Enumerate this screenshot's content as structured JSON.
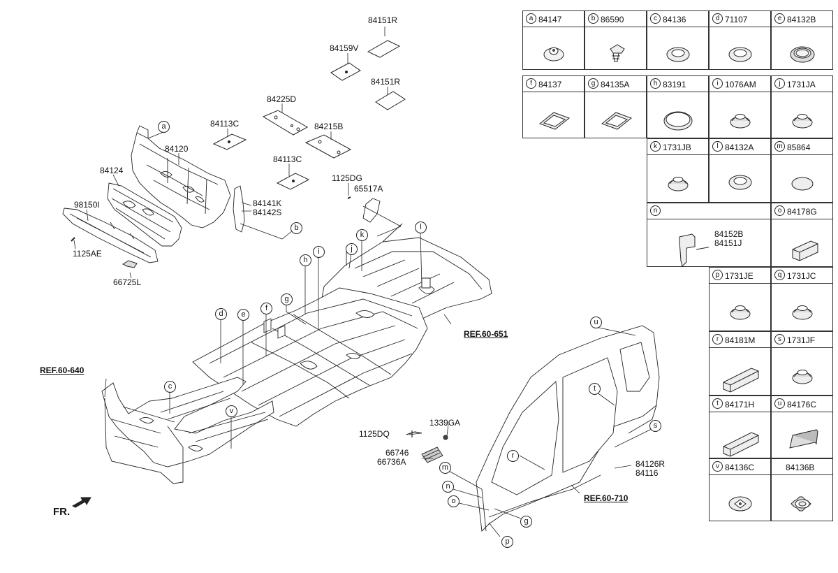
{
  "part_labels": {
    "p84151r_top": "84151R",
    "p84159v": "84159V",
    "p84151r_mid": "84151R",
    "p84225d": "84225D",
    "p84113c_a": "84113C",
    "p84215b": "84215B",
    "p84120": "84120",
    "p84113c_b": "84113C",
    "p84124": "84124",
    "p1125dg": "1125DG",
    "p65517a": "65517A",
    "p84141k": "84141K",
    "p84142s": "84142S",
    "p98150i": "98150I",
    "p1125ae": "1125AE",
    "p66725l": "66725L",
    "p1125dq": "1125DQ",
    "p1339ga": "1339GA",
    "p66746": "66746",
    "p66736a": "66736A",
    "p84126r": "84126R",
    "p84116": "84116"
  },
  "refs": {
    "ref_60_651": "REF.60-651",
    "ref_60_640": "REF.60-640",
    "ref_60_710": "REF.60-710"
  },
  "fr_label": "FR.",
  "callouts": {
    "a": "a",
    "b": "b",
    "c": "c",
    "d": "d",
    "e": "e",
    "f": "f",
    "g": "g",
    "h": "h",
    "i": "i",
    "j": "j",
    "k": "k",
    "l": "l",
    "m": "m",
    "n": "n",
    "o": "o",
    "p": "p",
    "r": "r",
    "s": "s",
    "t": "t",
    "u": "u",
    "v": "v"
  },
  "legend": [
    {
      "letter": "a",
      "part": "84147",
      "icon": "push-clip"
    },
    {
      "letter": "b",
      "part": "86590",
      "icon": "fir-tree-clip"
    },
    {
      "letter": "c",
      "part": "84136",
      "icon": "flat-plug"
    },
    {
      "letter": "d",
      "part": "71107",
      "icon": "flat-plug"
    },
    {
      "letter": "e",
      "part": "84132B",
      "icon": "ring-plug"
    },
    {
      "letter": "f",
      "part": "84137",
      "icon": "rect-plug"
    },
    {
      "letter": "g",
      "part": "84135A",
      "icon": "rect-plug"
    },
    {
      "letter": "h",
      "part": "83191",
      "icon": "large-plug"
    },
    {
      "letter": "i",
      "part": "1076AM",
      "icon": "dome-plug"
    },
    {
      "letter": "j",
      "part": "1731JA",
      "icon": "dome-plug"
    },
    {
      "letter": "k",
      "part": "1731JB",
      "icon": "dome-plug"
    },
    {
      "letter": "l",
      "part": "84132A",
      "icon": "flat-plug"
    },
    {
      "letter": "m",
      "part": "85864",
      "icon": "disc"
    },
    {
      "letter": "n",
      "part": "",
      "icon": "pad-sheet",
      "sub_lines": [
        "84152B",
        "84151J"
      ]
    },
    {
      "letter": "o",
      "part": "84178G",
      "icon": "block"
    },
    {
      "letter": "p",
      "part": "1731JE",
      "icon": "dome-plug"
    },
    {
      "letter": "q",
      "part": "1731JC",
      "icon": "dome-plug"
    },
    {
      "letter": "r",
      "part": "84181M",
      "icon": "long-block"
    },
    {
      "letter": "s",
      "part": "1731JF",
      "icon": "dome-plug"
    },
    {
      "letter": "t",
      "part": "84171H",
      "icon": "long-block"
    },
    {
      "letter": "u",
      "part": "84176C",
      "icon": "square-pad"
    },
    {
      "letter": "v",
      "part": "84136C",
      "icon": "grommet"
    },
    {
      "letter": "",
      "part": "84136B",
      "icon": "grommet-spiky"
    }
  ]
}
